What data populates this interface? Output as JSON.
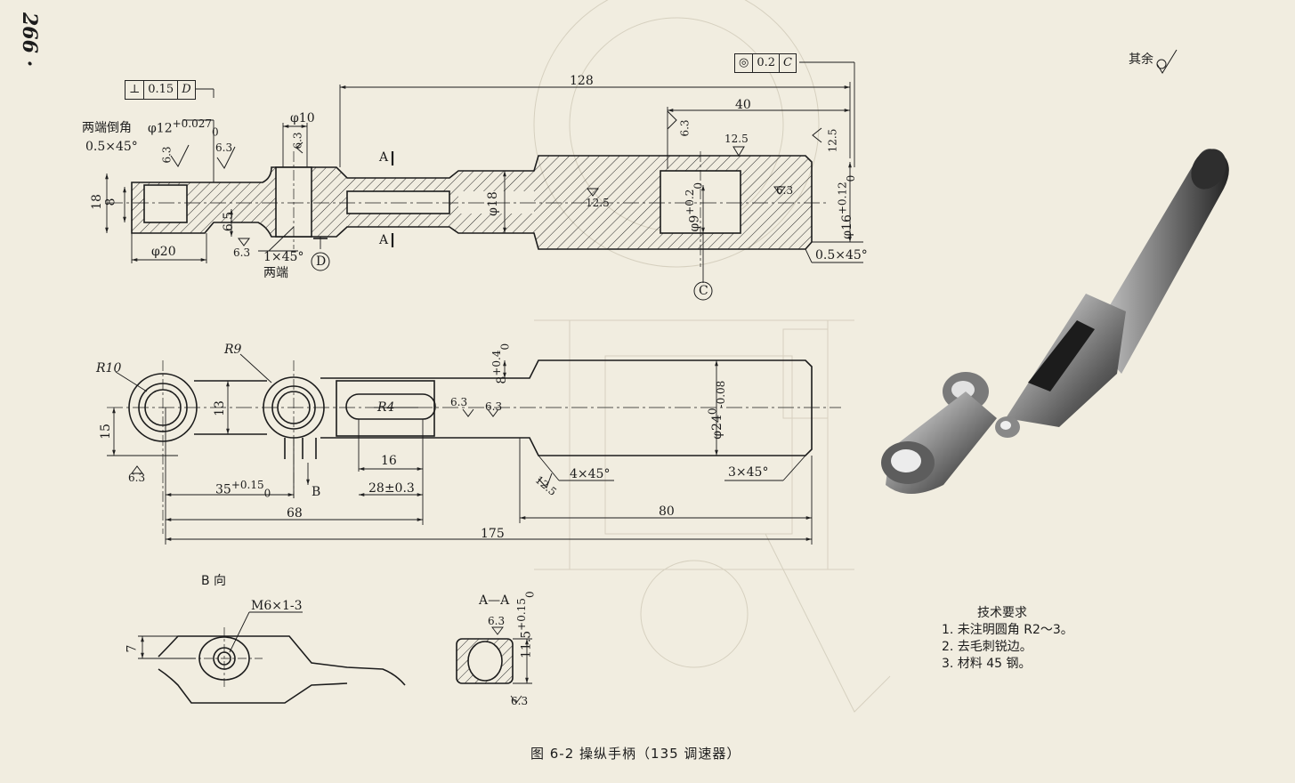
{
  "page_number": "266 ·",
  "caption": "图 6-2    操纵手柄（135 调速器）",
  "top_right_note": "其余",
  "tech_requirements": {
    "title": "技术要求",
    "items": [
      "1. 未注明圆角 R2～3。",
      "2. 去毛刺锐边。",
      "3. 材料 45 钢。"
    ]
  },
  "tolerance_frames": {
    "perpendicularity": {
      "symbol": "⊥",
      "value": "0.15",
      "datum": "D"
    },
    "concentricity": {
      "symbol": "◎",
      "value": "0.2",
      "datum": "C"
    }
  },
  "datums": [
    "D",
    "C"
  ],
  "front_view": {
    "chamfer_label": "两端倒角",
    "chamfer_value": "0.5×45°",
    "dia12": "φ12",
    "dia12_tol": "+0.027",
    "dia12_tol_low": "0",
    "dia10": "φ10",
    "len128": "128",
    "len40": "40",
    "dia18_left": "18",
    "dia8": "8",
    "dia20": "φ20",
    "dim65": "6.5",
    "chamfer_1x45": "1×45°",
    "both_ends": "两端",
    "section_A": "A",
    "dia18": "φ18",
    "dia9": "φ9",
    "dia9_tol": "+0.2",
    "dia9_tol_low": "0",
    "dia16": "φ16",
    "dia16_tol": "+0.12",
    "dia16_tol_low": "0",
    "end_chamfer": "0.5×45°",
    "rough_63": "6.3",
    "rough_125": "12.5"
  },
  "top_view": {
    "r10": "R10",
    "r9": "R9",
    "r4": "R4",
    "dim13": "13",
    "dim15": "15",
    "dim8": "8",
    "dim8_tol": "+0.4",
    "dim8_tol_low": "0",
    "dim16": "16",
    "dim28": "28±0.3",
    "dim35": "35",
    "dim35_tol": "+0.15",
    "dim35_tol_low": "0",
    "dim68": "68",
    "dim80": "80",
    "dim175": "175",
    "dia24": "φ24",
    "dia24_tol": "0",
    "dia24_tol_low": "-0.08",
    "chamfer4": "4×45°",
    "chamfer3": "3×45°",
    "view_B": "B"
  },
  "b_view": {
    "title": "B 向",
    "thread": "M6×1-3",
    "dim7": "7"
  },
  "aa_view": {
    "title": "A—A",
    "dim115": "11.5",
    "dim115_tol": "+0.15",
    "dim115_tol_low": "0",
    "rough": "6.3"
  }
}
